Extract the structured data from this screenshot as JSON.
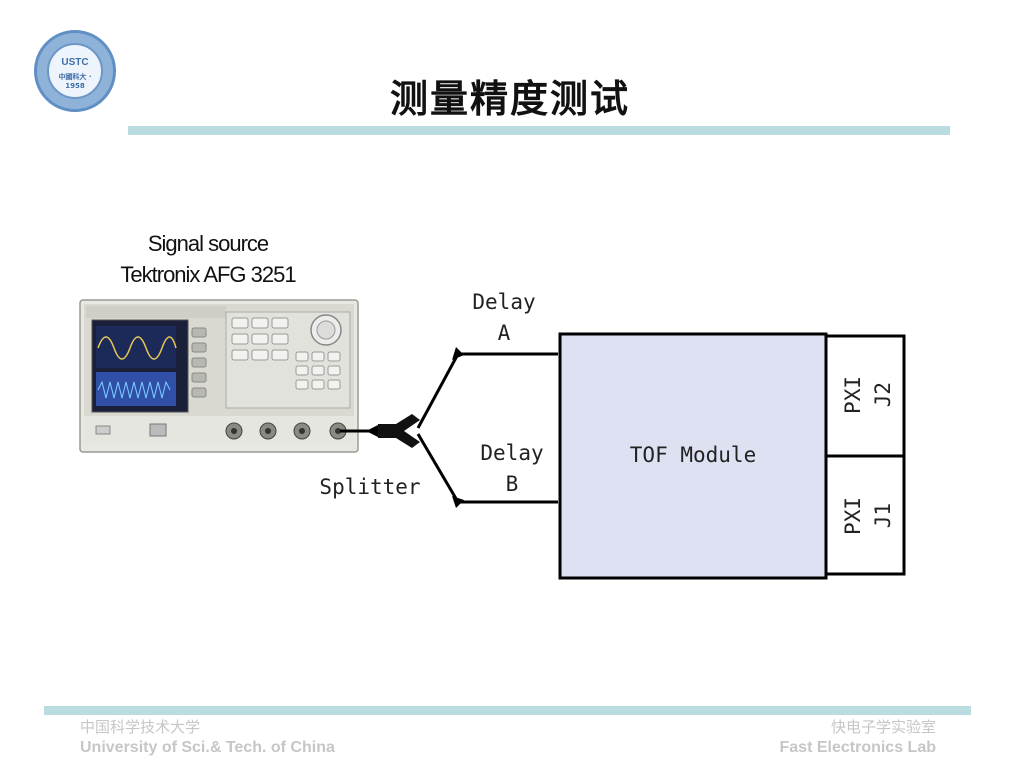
{
  "logo": {
    "text": "USTC",
    "sub": "中國科大 · 1958"
  },
  "title": "测量精度测试",
  "signal_source": {
    "line1": "Signal source",
    "line2": "Tektronix AFG 3251"
  },
  "labels": {
    "delay_a": [
      "Delay",
      "A"
    ],
    "delay_b": [
      "Delay",
      "B"
    ],
    "splitter": "Splitter",
    "tof_module": "TOF Module",
    "pxi_j2": [
      "PXI",
      "J2"
    ],
    "pxi_j1": [
      "PXI",
      "J1"
    ]
  },
  "instrument": {
    "brand": "Tektronix"
  },
  "footer": {
    "left_cn": "中国科学技术大学",
    "left_en": "University of Sci.& Tech. of China",
    "right_cn": "快电子学实验室",
    "right_en": "Fast Electronics Lab"
  },
  "colors": {
    "accent_bar": "#b9dce0",
    "module_fill": "#dde1f2",
    "footer_text": "#c6c6c6"
  }
}
